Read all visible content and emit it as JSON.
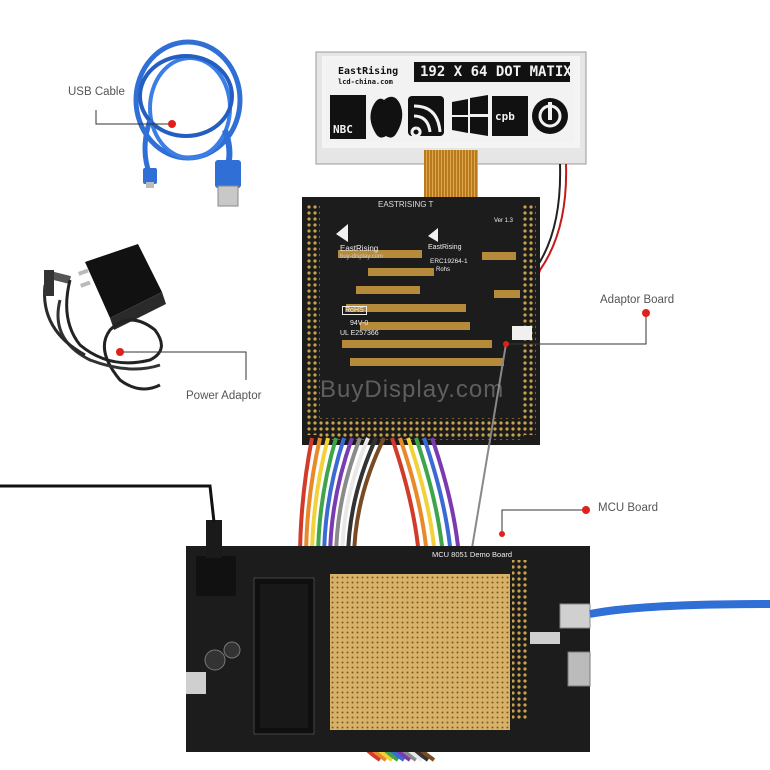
{
  "callouts": {
    "usb_cable": "USB Cable",
    "power_adaptor": "Power Adaptor",
    "adaptor_board": "Adaptor Board",
    "mcu_board": "MCU Board"
  },
  "lcd": {
    "brand": "EastRising",
    "brand_url": "lcd-china.com",
    "headline": "192 X 64 DOT MATIX",
    "logo_text_1": "NBC",
    "logo_text_2": "cpb"
  },
  "adaptor_board": {
    "title": "EASTRISING T",
    "brand": "EastRising",
    "brand_url": "buy-display.com",
    "module_name": "ERC19264-1",
    "module_sub": "Rohs",
    "rohs": "RoHS",
    "cert": "94V-0",
    "ul": "UL E257366",
    "version": "Ver 1.3"
  },
  "watermark": "BuyDisplay.com",
  "mcu_board": {
    "title": "MCU 8051 Demo Board"
  },
  "colors": {
    "callout_dot": "#e0201b",
    "pcb": "#1c1c1c",
    "usb_blue": "#2f6fd6",
    "lcd_bg": "#f2f2f2"
  }
}
